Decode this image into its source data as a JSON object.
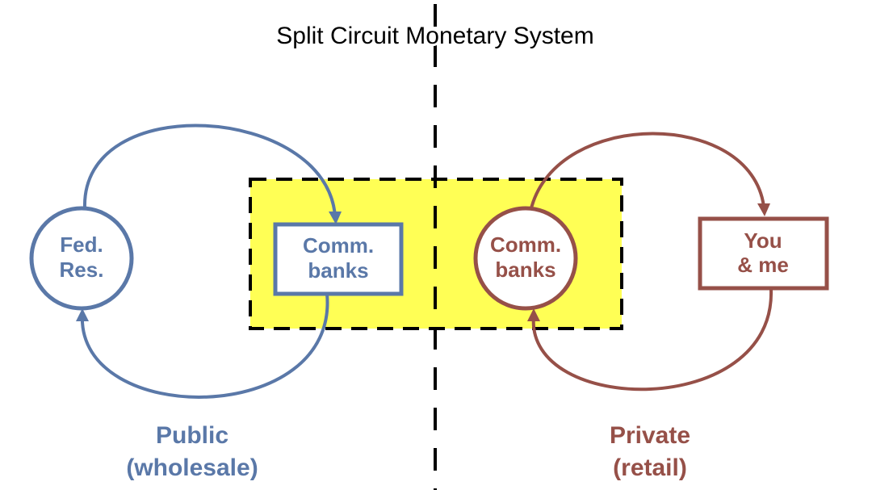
{
  "title": "Split Circuit Monetary System",
  "colors": {
    "public": "#5a78a8",
    "private": "#965048",
    "highlight": "#ffff55",
    "divider": "#000000"
  },
  "nodes": {
    "fed_reserve": {
      "line1": "Fed.",
      "line2": "Res."
    },
    "public_comm_banks": {
      "line1": "Comm.",
      "line2": "banks"
    },
    "private_comm_banks": {
      "line1": "Comm.",
      "line2": "banks"
    },
    "you_and_me": {
      "line1": "You",
      "line2": "& me"
    }
  },
  "sections": {
    "public": {
      "line1": "Public",
      "line2": "(wholesale)"
    },
    "private": {
      "line1": "Private",
      "line2": "(retail)"
    }
  }
}
